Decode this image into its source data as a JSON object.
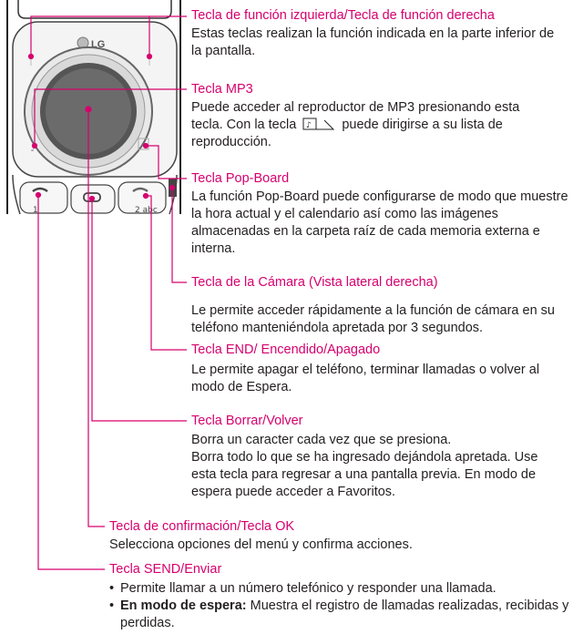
{
  "phone": {
    "brand": "LG"
  },
  "entries": {
    "function_keys": {
      "title": "Tecla de función izquierda/Tecla de función derecha",
      "text": "Estas teclas realizan la función indicada en la parte inferior de la pantalla."
    },
    "mp3": {
      "title": "Tecla MP3",
      "text_a": "Puede acceder al reproductor de MP3 presionando esta tecla. Con la tecla",
      "icon": "music-note-key-icon",
      "text_b": "puede dirigirse a su lista de reproducción."
    },
    "popboard": {
      "title": "Tecla Pop-Board",
      "text": "La función Pop-Board puede configurarse de modo que muestre la hora actual y el calendario así como las imágenes almacenadas en la carpeta raíz de cada memoria externa e interna."
    },
    "camera": {
      "title": "Tecla de la Cámara (Vista lateral derecha)",
      "text": "Le permite acceder rápidamente a la función de cámara en su teléfono manteniéndola apretada por 3 segundos."
    },
    "end": {
      "title": "Tecla END/ Encendido/Apagado",
      "text": "Le permite apagar el teléfono, terminar llamadas o volver al modo de Espera."
    },
    "clear": {
      "title": "Tecla Borrar/Volver",
      "line1": "Borra un caracter cada vez que se presiona.",
      "line2": "Borra todo lo que se ha ingresado dejándola apretada. Use esta tecla para regresar a una pantalla previa. En modo de espera puede acceder a Favoritos."
    },
    "ok": {
      "title": "Tecla de confirmación/Tecla OK",
      "text": "Selecciona opciones del menú y confirma acciones."
    },
    "send": {
      "title": "Tecla SEND/Enviar",
      "bullet1": "Permite llamar a un número telefónico y responder una llamada.",
      "bullet2_bold": "En modo de espera:",
      "bullet2_rest": " Muestra el registro de llamadas realizadas, recibidas y perdidas."
    }
  },
  "colors": {
    "accent": "#d6006e",
    "text": "#231f20"
  }
}
